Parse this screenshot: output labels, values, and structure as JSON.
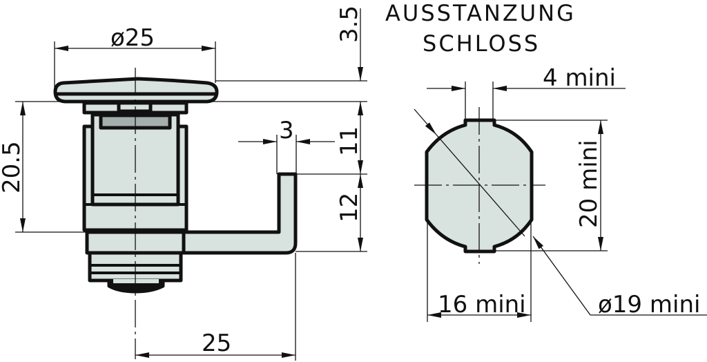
{
  "title": {
    "line1": "AUSSTANZUNG",
    "line2": "SCHLOSS"
  },
  "side_view": {
    "head_diameter": "ø25",
    "body_height": "20.5",
    "cam_offset": "25",
    "cam_thickness": "3",
    "head_height": "3.5",
    "cam_top": "11",
    "cam_length": "12"
  },
  "cutout_view": {
    "key_width": "4 mini",
    "height": "20 mini",
    "width": "16 mini",
    "diameter": "ø19 mini"
  },
  "colors": {
    "part_fill": "#d8e2df",
    "dark_fill": "#a4afad",
    "line": "#111111"
  }
}
